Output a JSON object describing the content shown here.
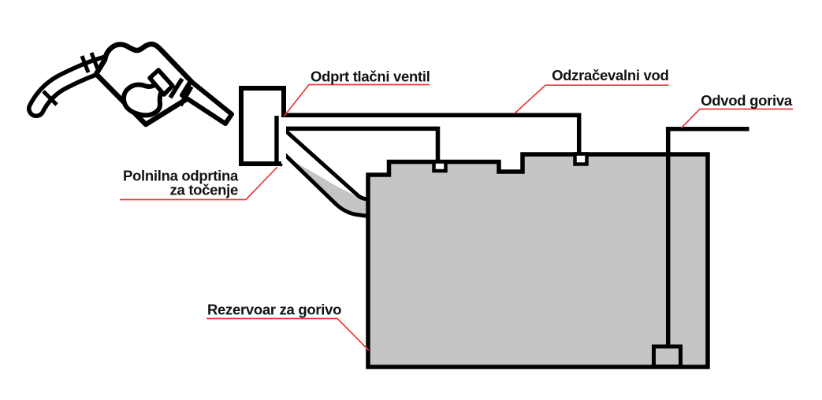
{
  "diagram": {
    "colors": {
      "outline": "#000000",
      "tank_fill": "#c5c5c6",
      "leader": "#e83b3d",
      "text": "#121212",
      "background": "#ffffff"
    },
    "icons": {
      "nozzle": "fuel-nozzle-icon"
    },
    "labels": {
      "pressure_valve": "Odprt tlačni ventil",
      "vent_line": "Odzračevalni vod",
      "fuel_outlet": "Odvod goriva",
      "filling_opening_line1": "Polnilna odprtina",
      "filling_opening_line2": "za točenje",
      "fuel_tank": "Rezervoar za gorivo"
    }
  }
}
